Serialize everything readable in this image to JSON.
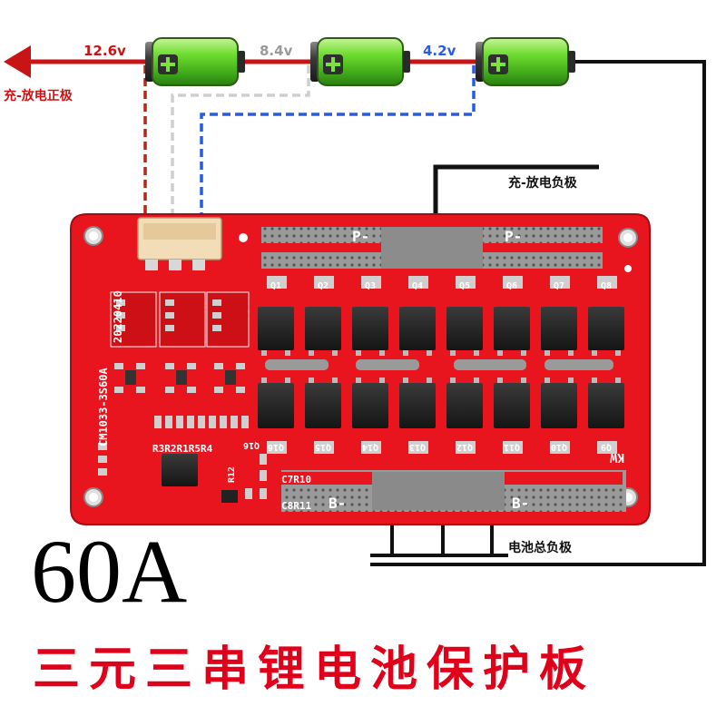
{
  "wiring": {
    "voltage_12_6": "12.6v",
    "voltage_8_4": "8.4v",
    "voltage_4_2": "4.2v",
    "charge_discharge_positive": "充-放电正极",
    "charge_discharge_negative": "充-放电负极",
    "battery_total_negative": "电池总负极"
  },
  "board": {
    "model": "CM1033-3S60A",
    "date": "20220410",
    "pad_p_left": "P-",
    "pad_p_right": "P-",
    "pad_b_left": "B-",
    "pad_b_right": "B-",
    "mosfets_top": [
      "Q1",
      "Q2",
      "Q3",
      "Q4",
      "Q5",
      "Q6",
      "Q7",
      "Q8"
    ],
    "mosfets_bottom": [
      "Q16",
      "Q15",
      "Q14",
      "Q13",
      "Q12",
      "Q11",
      "Q10",
      "Q9"
    ],
    "resistors": "R3R2R1R5R4",
    "c7r10": "C7R10",
    "c8r11": "C8R11",
    "r12": "R12",
    "q16_label": "Q16",
    "brand_mark": "KW"
  },
  "rating": "60A",
  "product_title": "三元三串锂电池保护板",
  "colors": {
    "board_red": "#e8141e",
    "arrow_red": "#c81414",
    "battery_green": "#5fd42a",
    "wire_blue": "#2a5be0",
    "title_red": "#e0001a"
  }
}
